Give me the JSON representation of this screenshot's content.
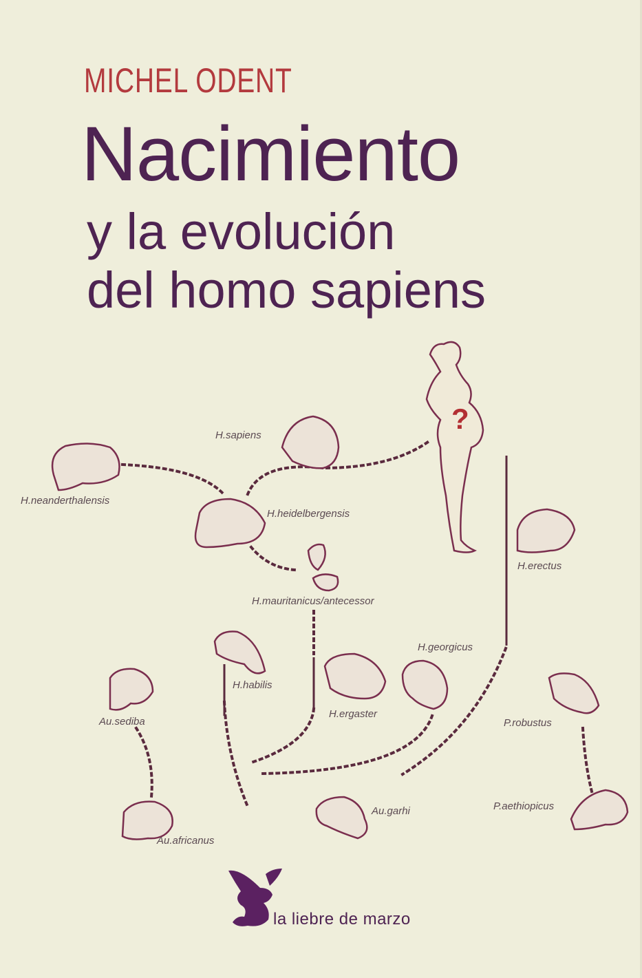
{
  "cover": {
    "author": "MICHEL ODENT",
    "title_line1": "Nacimiento",
    "title_line2": "y la evolución",
    "title_line3": "del homo sapiens",
    "question_mark": "?",
    "publisher": "la liebre de marzo",
    "colors": {
      "background": "#efeedb",
      "author": "#b33a3e",
      "title": "#4e2352",
      "illustration": "#7a2e4e",
      "question_mark": "#b22f33"
    }
  },
  "species": {
    "neanderthalensis": "H.neanderthalensis",
    "sapiens": "H.sapiens",
    "heidelbergensis": "H.heidelbergensis",
    "mauritanicus": "H.mauritanicus/antecessor",
    "erectus": "H.erectus",
    "habilis": "H.habilis",
    "georgicus": "H.georgicus",
    "ergaster": "H.ergaster",
    "sediba": "Au.sediba",
    "robustus": "P.robustus",
    "africanus": "Au.africanus",
    "garhi": "Au.garhi",
    "aethiopicus": "P.aethiopicus"
  }
}
